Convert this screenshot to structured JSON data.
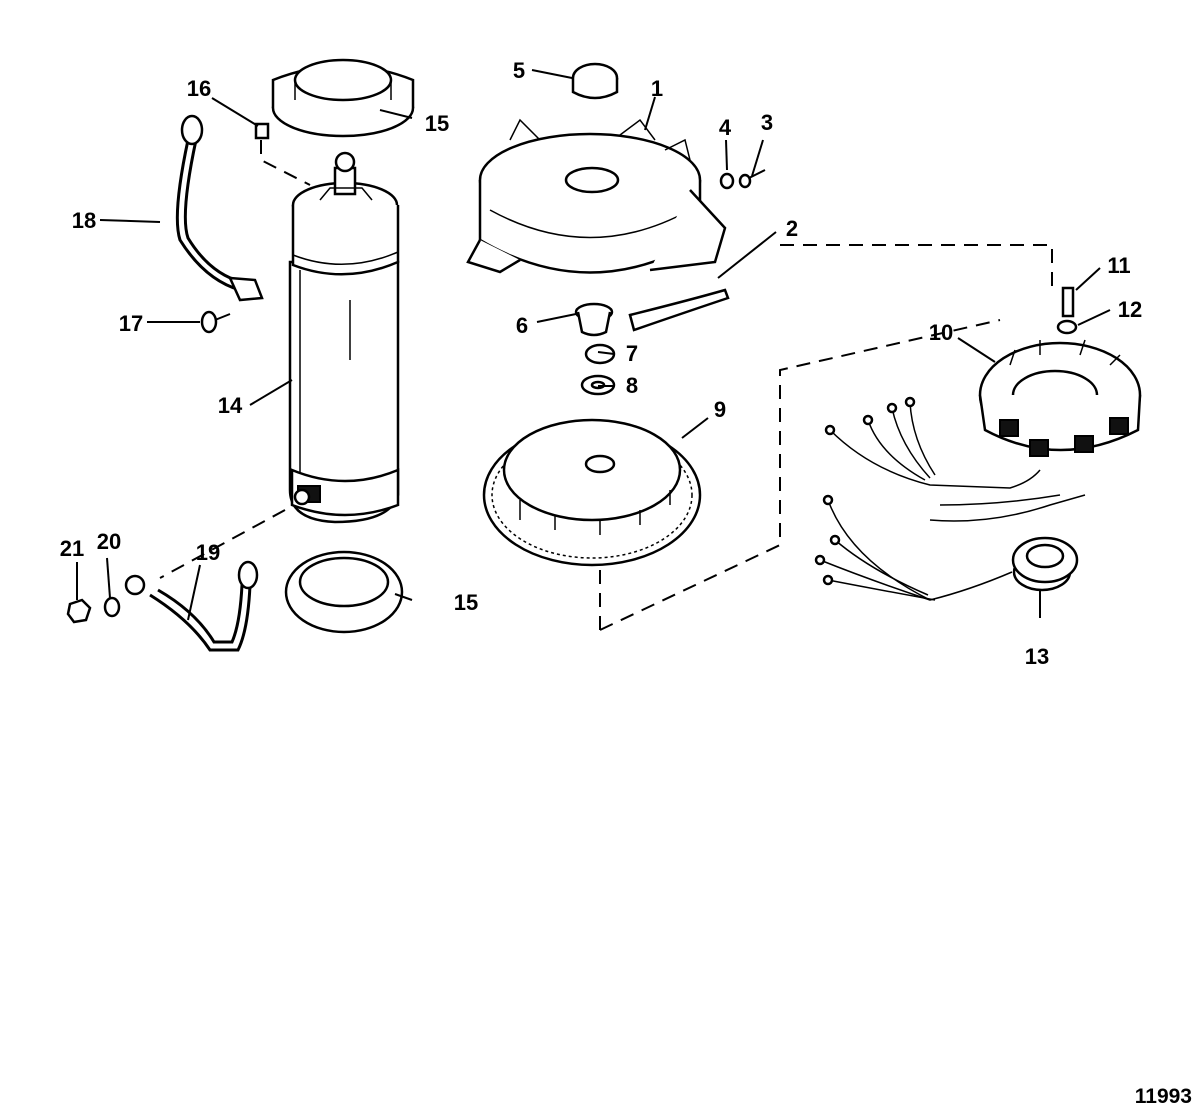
{
  "figure_number": "11993",
  "callouts": [
    {
      "id": "c1",
      "text": "1"
    },
    {
      "id": "c2",
      "text": "2"
    },
    {
      "id": "c3",
      "text": "3"
    },
    {
      "id": "c4",
      "text": "4"
    },
    {
      "id": "c5",
      "text": "5"
    },
    {
      "id": "c6",
      "text": "6"
    },
    {
      "id": "c7",
      "text": "7"
    },
    {
      "id": "c8",
      "text": "8"
    },
    {
      "id": "c9",
      "text": "9"
    },
    {
      "id": "c10",
      "text": "10"
    },
    {
      "id": "c11",
      "text": "11"
    },
    {
      "id": "c12",
      "text": "12"
    },
    {
      "id": "c13",
      "text": "13"
    },
    {
      "id": "c14",
      "text": "14"
    },
    {
      "id": "c15a",
      "text": "15"
    },
    {
      "id": "c15b",
      "text": "15"
    },
    {
      "id": "c16",
      "text": "16"
    },
    {
      "id": "c17",
      "text": "17"
    },
    {
      "id": "c18",
      "text": "18"
    },
    {
      "id": "c19",
      "text": "19"
    },
    {
      "id": "c20",
      "text": "20"
    },
    {
      "id": "c21",
      "text": "21"
    }
  ]
}
